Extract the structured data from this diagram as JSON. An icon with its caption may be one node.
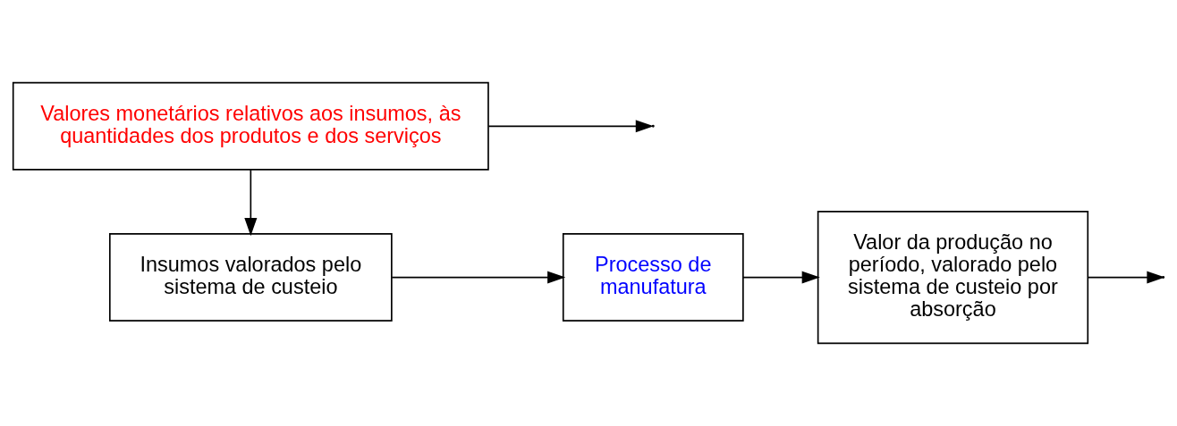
{
  "diagram": {
    "nodes": [
      {
        "text": [
          "Insumos valorados pelo sistema de custeio"
        ]
      },
      {
        "text": [
          "Processo de manufatura"
        ]
      },
      {
        "text": [
          "Valor da produção no período, valorado pelo sistema de custeio por absorção"
        ]
      },
      {
        "text": [
          "Valores monetários relativos aos insumos, às quantidades dos produtos e dos serviços"
        ]
      }
    ],
    "edges": [
      {
        "from": 0,
        "to": 1,
        "arrow": "to"
      },
      {
        "from": 1,
        "to": 2,
        "arrow": "to"
      },
      {
        "from": 2,
        "to": null,
        "arrow": "to"
      },
      {
        "from": 3,
        "to": null,
        "arrow": "to"
      },
      {
        "from": 3,
        "to": 0,
        "arrow": "to"
      }
    ]
  }
}
